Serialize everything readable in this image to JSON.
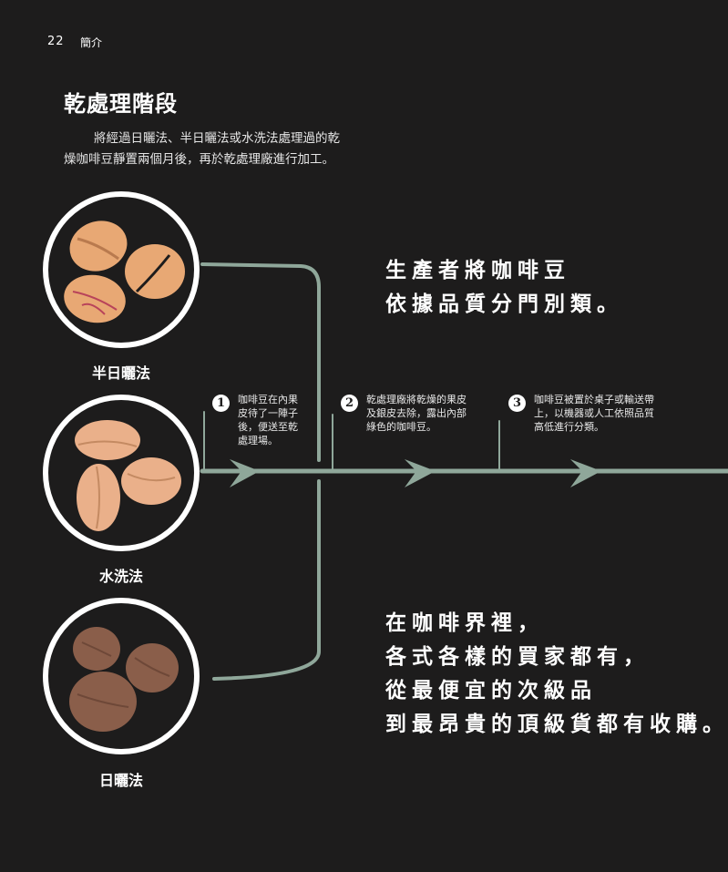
{
  "header": {
    "page_number": "22",
    "section": "簡介"
  },
  "title": "乾處理階段",
  "intro": {
    "line1": "將經過日曬法、半日曬法或水洗法處理過的乾",
    "line2": "燥咖啡豆靜置兩個月後，再於乾處理廠進行加工。"
  },
  "methods": [
    {
      "label": "半日曬法"
    },
    {
      "label": "水洗法"
    },
    {
      "label": "日曬法"
    }
  ],
  "statement_top": {
    "line1": "生產者將咖啡豆",
    "line2": "依據品質分門別類。"
  },
  "steps": [
    {
      "num": "1",
      "lines": [
        "咖啡豆在內果",
        "皮待了一陣子",
        "後，便送至乾",
        "處理場。"
      ]
    },
    {
      "num": "2",
      "lines": [
        "乾處理廠將乾燥的果皮",
        "及銀皮去除，露出內部",
        "綠色的咖啡豆。"
      ]
    },
    {
      "num": "3",
      "lines": [
        "咖啡豆被置於桌子或輸送帶",
        "上，以機器或人工依照品質",
        "高低進行分類。"
      ]
    }
  ],
  "statement_bottom": {
    "line1": "在咖啡界裡，",
    "line2": "各式各樣的買家都有，",
    "line3": "從最便宜的次級品",
    "line4": "到最昂貴的頂級貨都有收購。"
  },
  "colors": {
    "background": "#1d1c1c",
    "flow_line": "#8fa79a",
    "semi_washed_bean": "#e8a874",
    "washed_bean": "#eab08a",
    "natural_bean": "#8a5e4a"
  }
}
